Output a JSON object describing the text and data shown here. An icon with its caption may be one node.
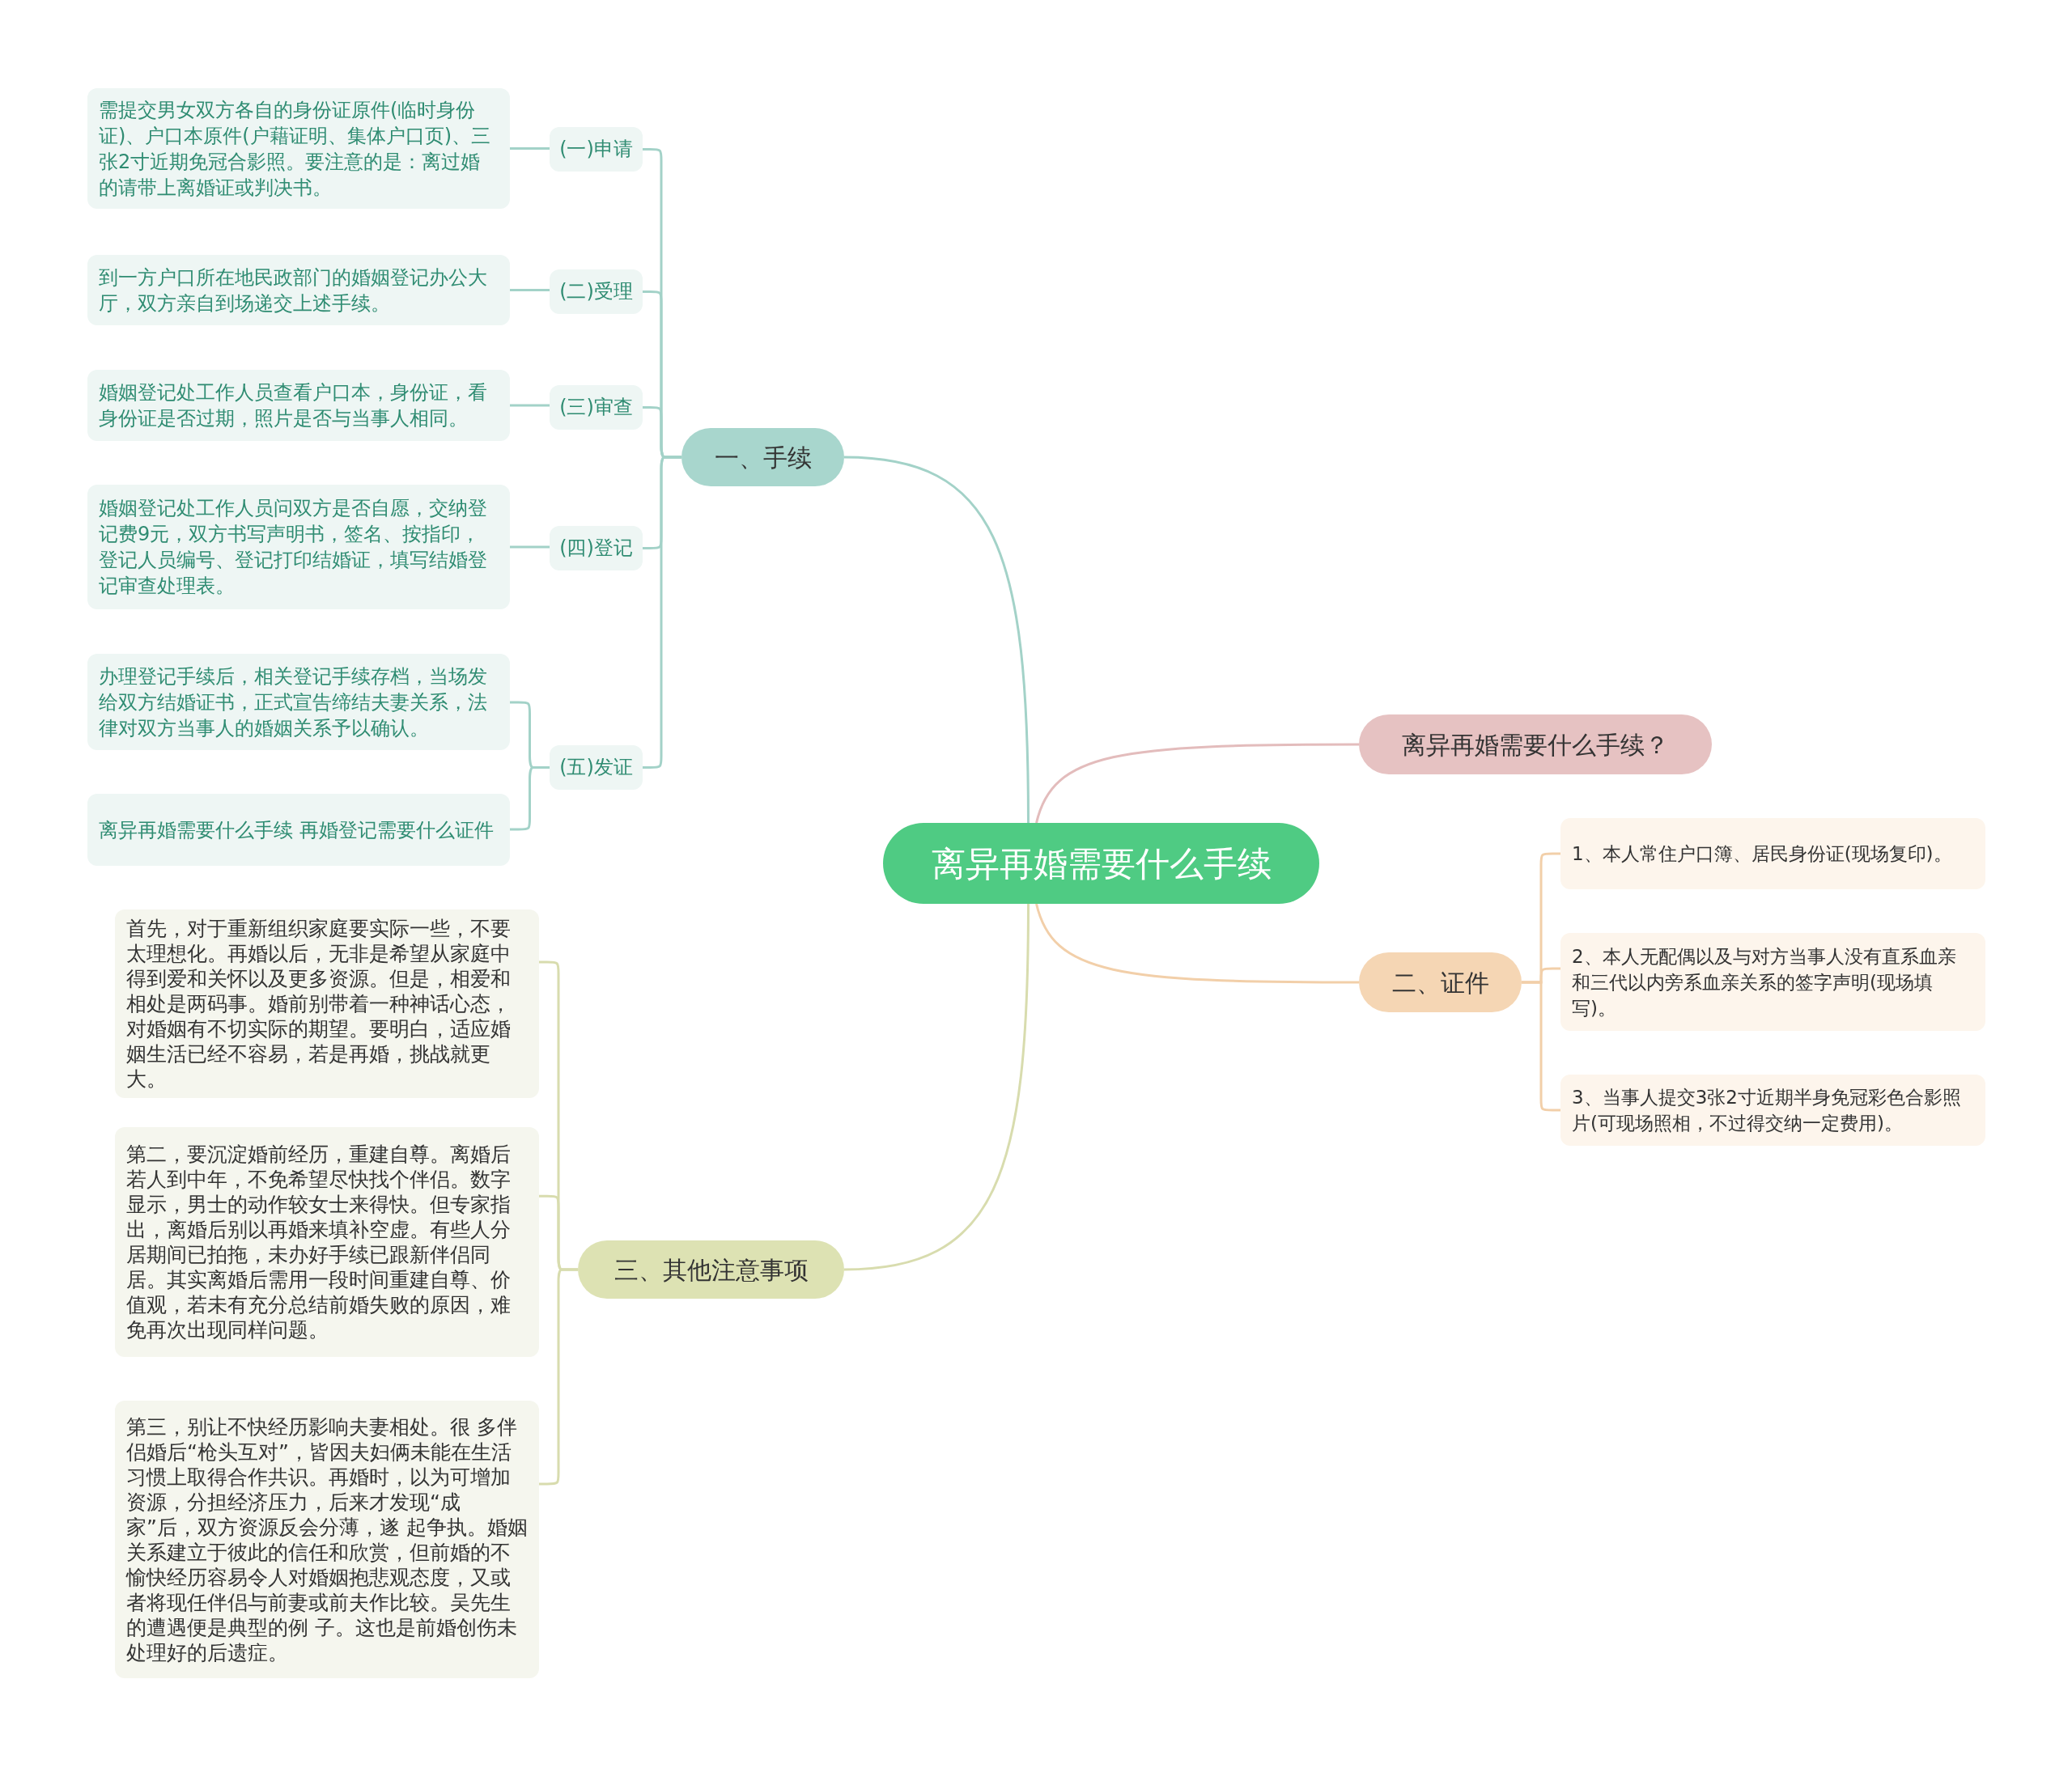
{
  "diagram": {
    "nodes": [
      {
        "text": [
          "离异再婚需要什么手续"
        ]
      },
      {
        "text": [
          "一、手续"
        ]
      },
      {
        "text": [
          "(一)申请"
        ]
      },
      {
        "text": [
          "需提交男女双方各自的身份证原件(临时身份证)、户口本原件(户藉证明、集体户口页)、三张2寸近期免冠合影照。要注意的是：离过婚的请带上离婚证或判决书。"
        ]
      },
      {
        "text": [
          "(二)受理"
        ]
      },
      {
        "text": [
          "到一方户口所在地民政部门的婚姻登记办公大厅，双方亲自到场递交上述手续。"
        ]
      },
      {
        "text": [
          "(三)审查"
        ]
      },
      {
        "text": [
          "婚姻登记处工作人员查看户口本，身份证，看身份证是否过期，照片是否与当事人相同。"
        ]
      },
      {
        "text": [
          "(四)登记"
        ]
      },
      {
        "text": [
          "婚姻登记处工作人员问双方是否自愿，交纳登记费9元，双方书写声明书，签名、按指印，登记人员编号、登记打印结婚证，填写结婚登记审查处理表。"
        ]
      },
      {
        "text": [
          "(五)发证"
        ]
      },
      {
        "text": [
          "办理登记手续后，相关登记手续存档，当场发给双方结婚证书，正式宣告缔结夫妻关系，法律对双方当事人的婚姻关系予以确认。"
        ]
      },
      {
        "text": [
          "离异再婚需要什么手续 再婚登记需要什么证件"
        ]
      },
      {
        "text": [
          "离异再婚需要什么手续？"
        ]
      },
      {
        "text": [
          "二、证件"
        ]
      },
      {
        "text": [
          "1、本人常住户口簿、居民身份证(现场复印)。"
        ]
      },
      {
        "text": [
          "2、本人无配偶以及与对方当事人没有直系血亲和三代以内旁系血亲关系的签字声明(现场填写)。"
        ]
      },
      {
        "text": [
          "3、当事人提交3张2寸近期半身免冠彩色合影照片(可现场照相，不过得交纳一定费用)。"
        ]
      },
      {
        "text": [
          "三、其他注意事项"
        ]
      },
      {
        "text": [
          "首先，对于重新组织家庭要实际一些，不要太理想化。再婚以后，无非是希望从家庭中得到爱和关怀以及更多资源。但是，相爱和相处是两码事。婚前别带着一种神话心态，对婚姻有不切实际的期望。要明白，适应婚姻生活已经不容易，若是再婚，挑战就更大。"
        ]
      },
      {
        "text": [
          "第二，要沉淀婚前经历，重建自尊。离婚后若人到中年，不免希望尽快找个伴侣。数字显示，男士的动作较女士来得快。但专家指出，离婚后别以再婚来填补空虚。有些人分居期间已拍拖，未办好手续已跟新伴侣同居。其实离婚后需用一段时间重建自尊、价值观，若未有充分总结前婚失败的原因，难免再次出现同样问题。"
        ]
      },
      {
        "text": [
          "第三，别让不快经历影响夫妻相处。很 多伴侣婚后“枪头互对”，皆因夫妇俩未能在生活习惯上取得合作共识。再婚时，以为可增加资源，分担经济压力，后来才发现“成家”后，双方资源反会分薄，遂 起争执。婚姻关系建立于彼此的信任和欣赏，但前婚的不愉快经历容易令人对婚姻抱悲观态度，又或者将现任伴侣与前妻或前夫作比较。吴先生的遭遇便是典型的例 子。这也是前婚创伤未处理好的后遗症。"
        ]
      }
    ],
    "edges": [
      {
        "from": 0,
        "to": 1,
        "arrow": "none"
      },
      {
        "from": 1,
        "to": 2,
        "arrow": "none"
      },
      {
        "from": 2,
        "to": 3,
        "arrow": "none"
      },
      {
        "from": 1,
        "to": 4,
        "arrow": "none"
      },
      {
        "from": 4,
        "to": 5,
        "arrow": "none"
      },
      {
        "from": 1,
        "to": 6,
        "arrow": "none"
      },
      {
        "from": 6,
        "to": 7,
        "arrow": "none"
      },
      {
        "from": 1,
        "to": 8,
        "arrow": "none"
      },
      {
        "from": 8,
        "to": 9,
        "arrow": "none"
      },
      {
        "from": 1,
        "to": 10,
        "arrow": "none"
      },
      {
        "from": 10,
        "to": 11,
        "arrow": "none"
      },
      {
        "from": 10,
        "to": 12,
        "arrow": "none"
      },
      {
        "from": 0,
        "to": 13,
        "arrow": "none",
        "color": "#e3bcbc"
      },
      {
        "from": 0,
        "to": 14,
        "arrow": "none",
        "color": "#f2cfa9"
      },
      {
        "from": 14,
        "to": 15,
        "arrow": "none",
        "color": "#f2cfa9"
      },
      {
        "from": 14,
        "to": 16,
        "arrow": "none",
        "color": "#f2cfa9"
      },
      {
        "from": 14,
        "to": 17,
        "arrow": "none",
        "color": "#f2cfa9"
      },
      {
        "from": 0,
        "to": 18,
        "arrow": "none",
        "color": "#d8dcae"
      },
      {
        "from": 18,
        "to": 19,
        "arrow": "none",
        "color": "#d8dcae"
      },
      {
        "from": 18,
        "to": 20,
        "arrow": "none",
        "color": "#d8dcae"
      },
      {
        "from": 18,
        "to": 21,
        "arrow": "none",
        "color": "#d8dcae"
      }
    ]
  }
}
